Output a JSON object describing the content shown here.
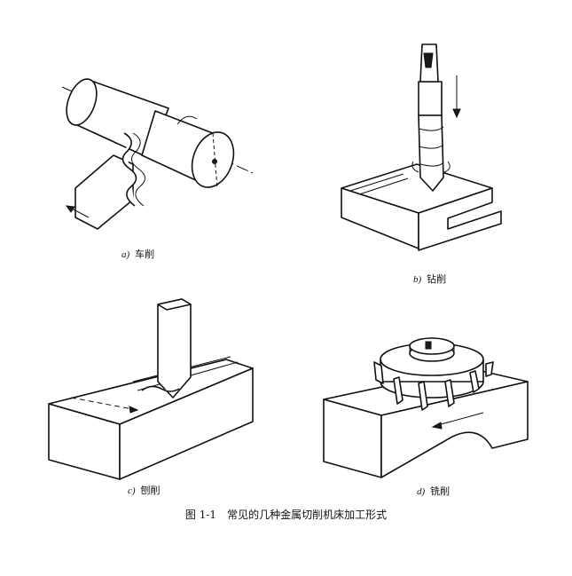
{
  "figure": {
    "panels": [
      {
        "letter": "a)",
        "label": "车削"
      },
      {
        "letter": "b)",
        "label": "钻削"
      },
      {
        "letter": "c)",
        "label": "刨削"
      },
      {
        "letter": "d)",
        "label": "铣削"
      }
    ],
    "title_number": "图 1-1",
    "title_text": "常见的几种金属切削机床加工形式"
  },
  "colors": {
    "ink": "#111111",
    "paper": "#ffffff"
  }
}
